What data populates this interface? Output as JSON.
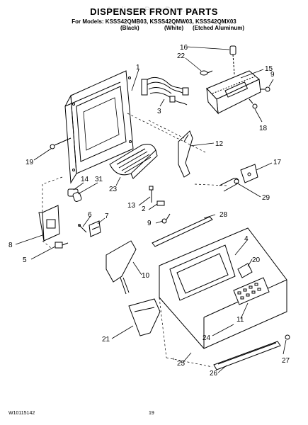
{
  "header": {
    "title": "DISPENSER FRONT PARTS",
    "models": "For Models: KSSS42QMB03, KSSS42QMW03, KSSS42QMX03",
    "variants": [
      "(Black)",
      "(White)",
      "(Etched Aluminum)"
    ],
    "watermark": "AppliancePartsPros.com"
  },
  "callouts": [
    "1",
    "2",
    "3",
    "4",
    "5",
    "6",
    "7",
    "8",
    "9",
    "9",
    "10",
    "11",
    "12",
    "13",
    "14",
    "15",
    "16",
    "17",
    "18",
    "19",
    "20",
    "21",
    "22",
    "23",
    "24",
    "25",
    "26",
    "27",
    "28",
    "29",
    "31"
  ],
  "footer": {
    "doc_number": "W10115142",
    "page": "19"
  }
}
